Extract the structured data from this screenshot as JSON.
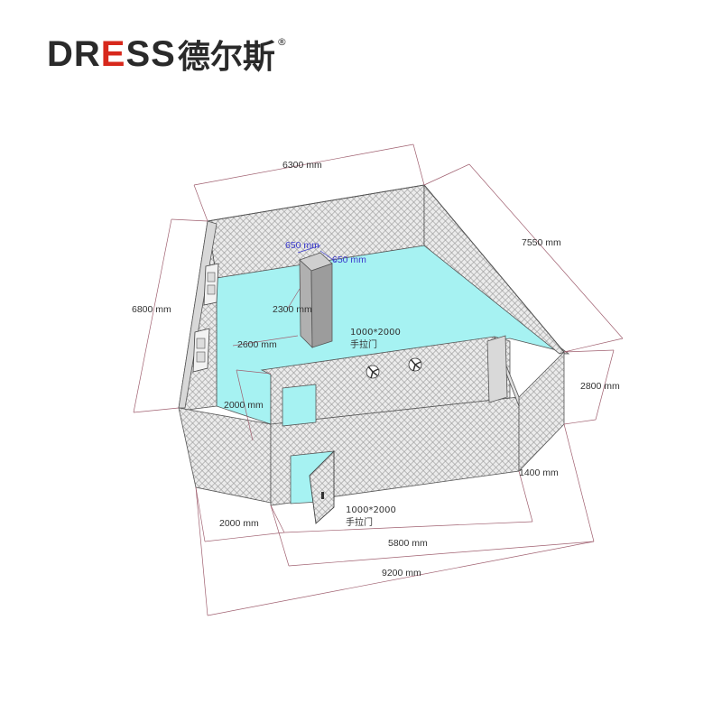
{
  "logo": {
    "brand_main": "DR",
    "brand_accent": "E",
    "brand_tail": "SS",
    "brand_cn": "德尔斯",
    "registered": "®",
    "accent_color": "#d7281c"
  },
  "dimensions": {
    "width_top": "6300 mm",
    "side_right": "7550 mm",
    "left_depth": "6800 mm",
    "height_right": "2800 mm",
    "front_right": "1400 mm",
    "front_left": "2000 mm",
    "front_mid": "5800 mm",
    "front_total": "9200 mm",
    "inner_depth": "2600 mm",
    "inner_width": "2000 mm",
    "pillar_height": "2300 mm",
    "pillar_w1": "650 mm",
    "pillar_w2": "650 mm"
  },
  "doors": [
    {
      "size": "1000*2000",
      "type": "手拉门"
    },
    {
      "size": "1000*2000",
      "type": "手拉门"
    }
  ],
  "colors": {
    "floor": "#a6f2f2",
    "wall": "#e6e6e6",
    "dim_line": "#a06070",
    "annotation_blue": "#3a3acc"
  }
}
